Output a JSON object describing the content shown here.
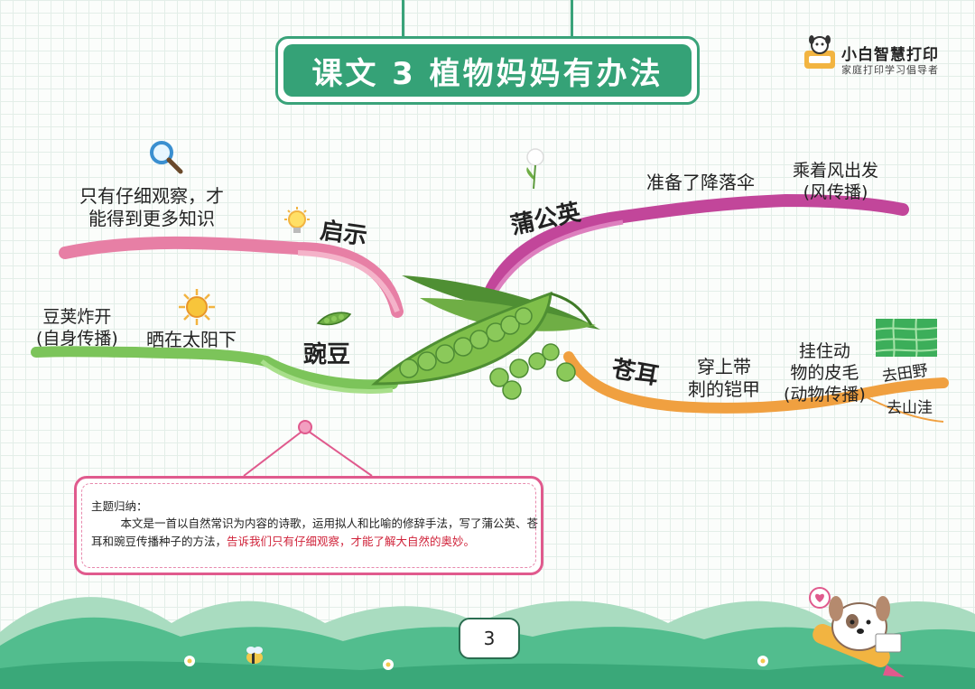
{
  "title": "课文 3  植物妈妈有办法",
  "brand": {
    "name": "小白智慧打印",
    "tagline": "家庭打印学习倡导者"
  },
  "center_label": "豌豆",
  "branches": {
    "inspiration": {
      "label": "启示",
      "detail": [
        "只有仔细观察，才",
        "能得到更多知识"
      ]
    },
    "pea": {
      "label": "豌豆",
      "step1": "晒在太阳下",
      "step2": [
        "豆荚炸开",
        "(自身传播)"
      ]
    },
    "dandelion": {
      "label": "蒲公英",
      "step1": "准备了降落伞",
      "step2": [
        "乘着风出发",
        "(风传播)"
      ]
    },
    "cocklebur": {
      "label": "苍耳",
      "step1": [
        "穿上带",
        "刺的铠甲"
      ],
      "step2": [
        "挂住动",
        "物的皮毛",
        "(动物传播)"
      ],
      "leaves": [
        "去田野",
        "去山洼"
      ]
    }
  },
  "summary": {
    "heading": "主题归纳：",
    "body_plain": "本文是一首以自然常识为内容的诗歌，运用拟人和比喻的修辞手法，写了蒲公英、苍耳和豌豆传播种子的方法，",
    "body_highlight": "告诉我们只有仔细观察，才能了解大自然的奥妙。"
  },
  "page_number": "3",
  "colors": {
    "title_green": "#35a277",
    "pink": "#e77fa5",
    "magenta": "#c2469a",
    "green": "#7cc45a",
    "orange": "#f0a040",
    "highlight_red": "#d0243b"
  }
}
